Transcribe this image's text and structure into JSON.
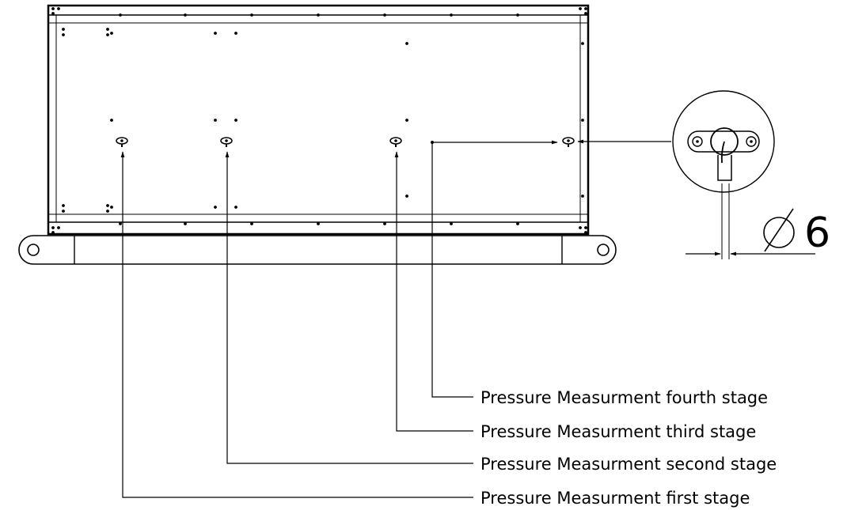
{
  "callouts": {
    "fourth": "Pressure Measurment fourth stage",
    "third": "Pressure Measurment third stage",
    "second": "Pressure Measurment second stage",
    "first": "Pressure Measurment first stage"
  },
  "detail": {
    "diameter_symbol": "⌀",
    "diameter_value": "6"
  },
  "colors": {
    "ink": "#000000",
    "paper": "#ffffff"
  }
}
